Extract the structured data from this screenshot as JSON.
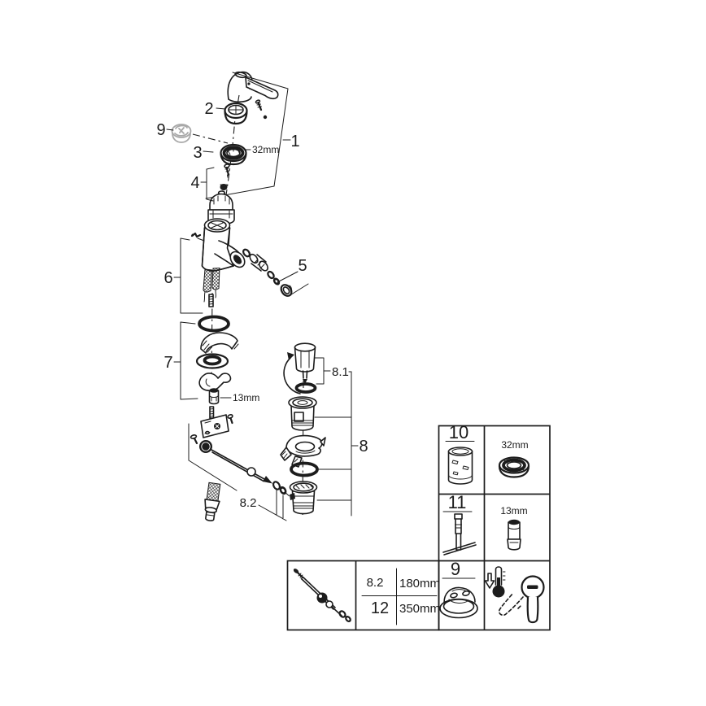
{
  "title": "Faucet exploded parts diagram",
  "colors": {
    "line": "#1c1c1c",
    "muted_part": "#a8a8a8",
    "background": "#ffffff"
  },
  "callouts": {
    "part1": "1",
    "part2": "2",
    "part3": "3",
    "part4": "4",
    "part5": "5",
    "part6": "6",
    "part7": "7",
    "part8": "8",
    "part8_1": "8.1",
    "part8_2": "8.2",
    "part9": "9"
  },
  "dimensions": {
    "escutcheon_ring": "32mm",
    "socket": "13mm"
  },
  "parts_box": {
    "row1": {
      "number": "10",
      "dim": "32mm"
    },
    "row2": {
      "number": "11",
      "dim": "13mm"
    },
    "row3": {
      "number": "9"
    }
  },
  "size_table": {
    "row1": {
      "ref": "8.2",
      "length": "180mm"
    },
    "row2": {
      "ref": "12",
      "length": "350mm"
    }
  },
  "icons": {
    "cold_water": "thermometer-down-icon",
    "handle_position": "lever-handle-icon"
  }
}
